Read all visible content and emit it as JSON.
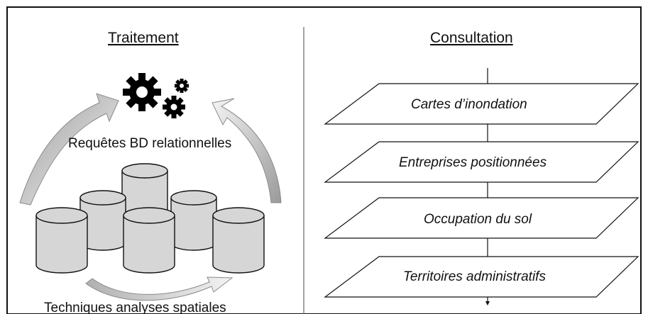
{
  "left_panel": {
    "heading": "Traitement",
    "query_label": "Requêtes BD relationnelles",
    "analysis_label": "Techniques analyses spatiales",
    "icons": [
      "gears-icon",
      "database-cylinder-icon",
      "curved-arrow-icon"
    ]
  },
  "right_panel": {
    "heading": "Consultation",
    "layers": [
      {
        "label": "Cartes d’inondation"
      },
      {
        "label": "Entreprises positionnées"
      },
      {
        "label": "Occupation du sol"
      },
      {
        "label": "Territoires administratifs"
      }
    ],
    "icons": [
      "layer-plane-icon",
      "down-arrow-icon"
    ]
  },
  "colors": {
    "outline": "#111111",
    "cylinder_fill": "#d6d6d6",
    "arrow_dark": "#9f9f9f",
    "arrow_light": "#f0f0f0"
  }
}
